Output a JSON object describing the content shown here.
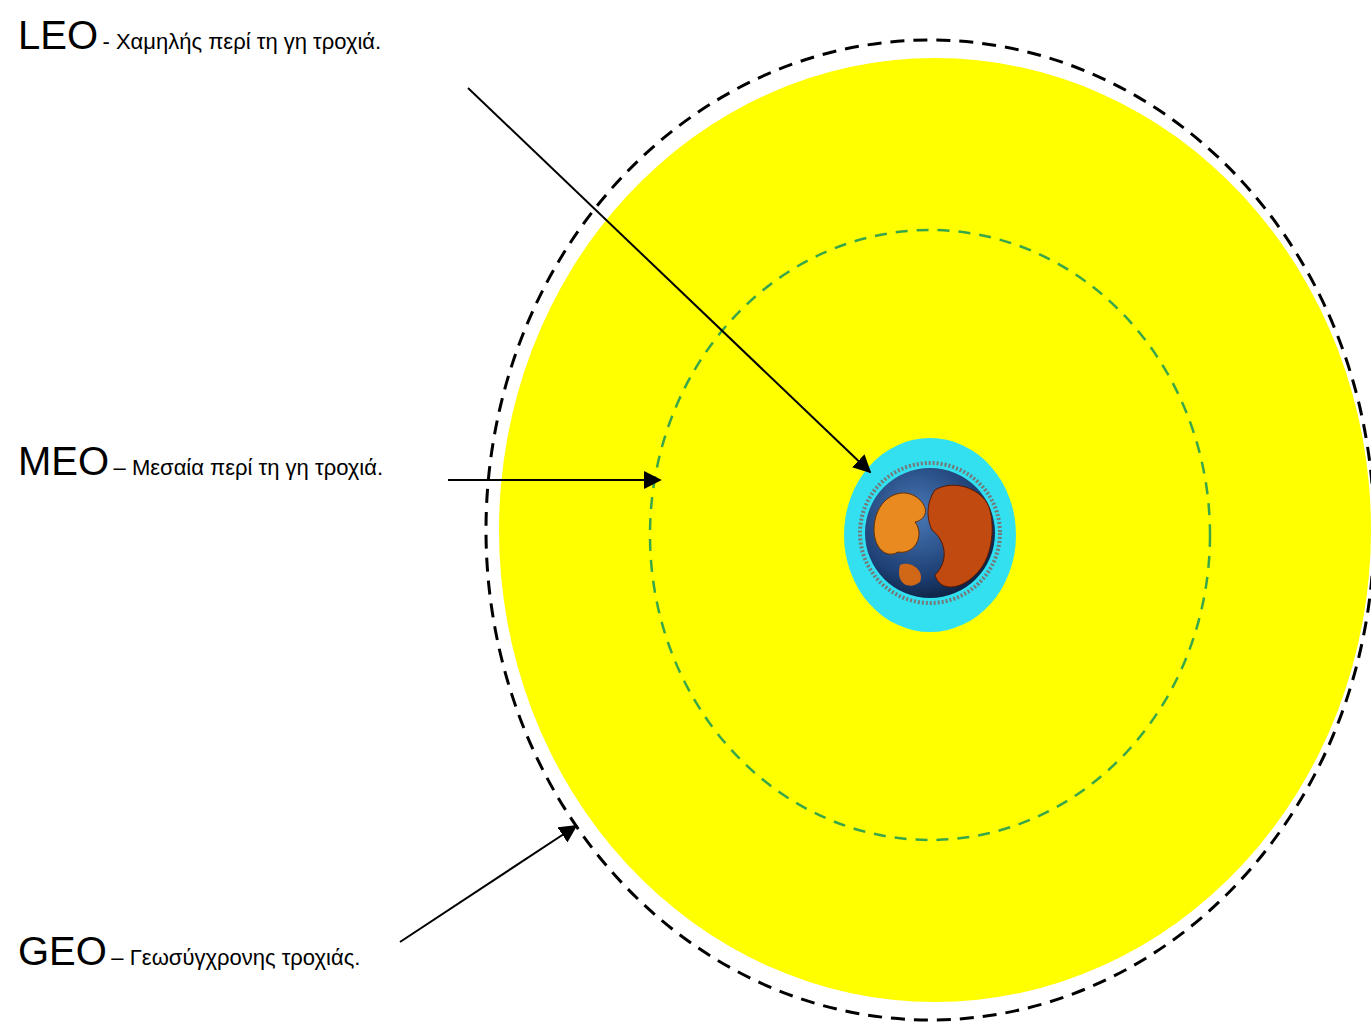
{
  "diagram": {
    "labels": [
      "LEO",
      "- Χαμηλής περί τη γη τροχιά.",
      "MEO",
      "– Μεσαία περί τη γη τροχιά.",
      "GEO",
      "– Γεωσύγχρονης τροχιάς."
    ]
  }
}
